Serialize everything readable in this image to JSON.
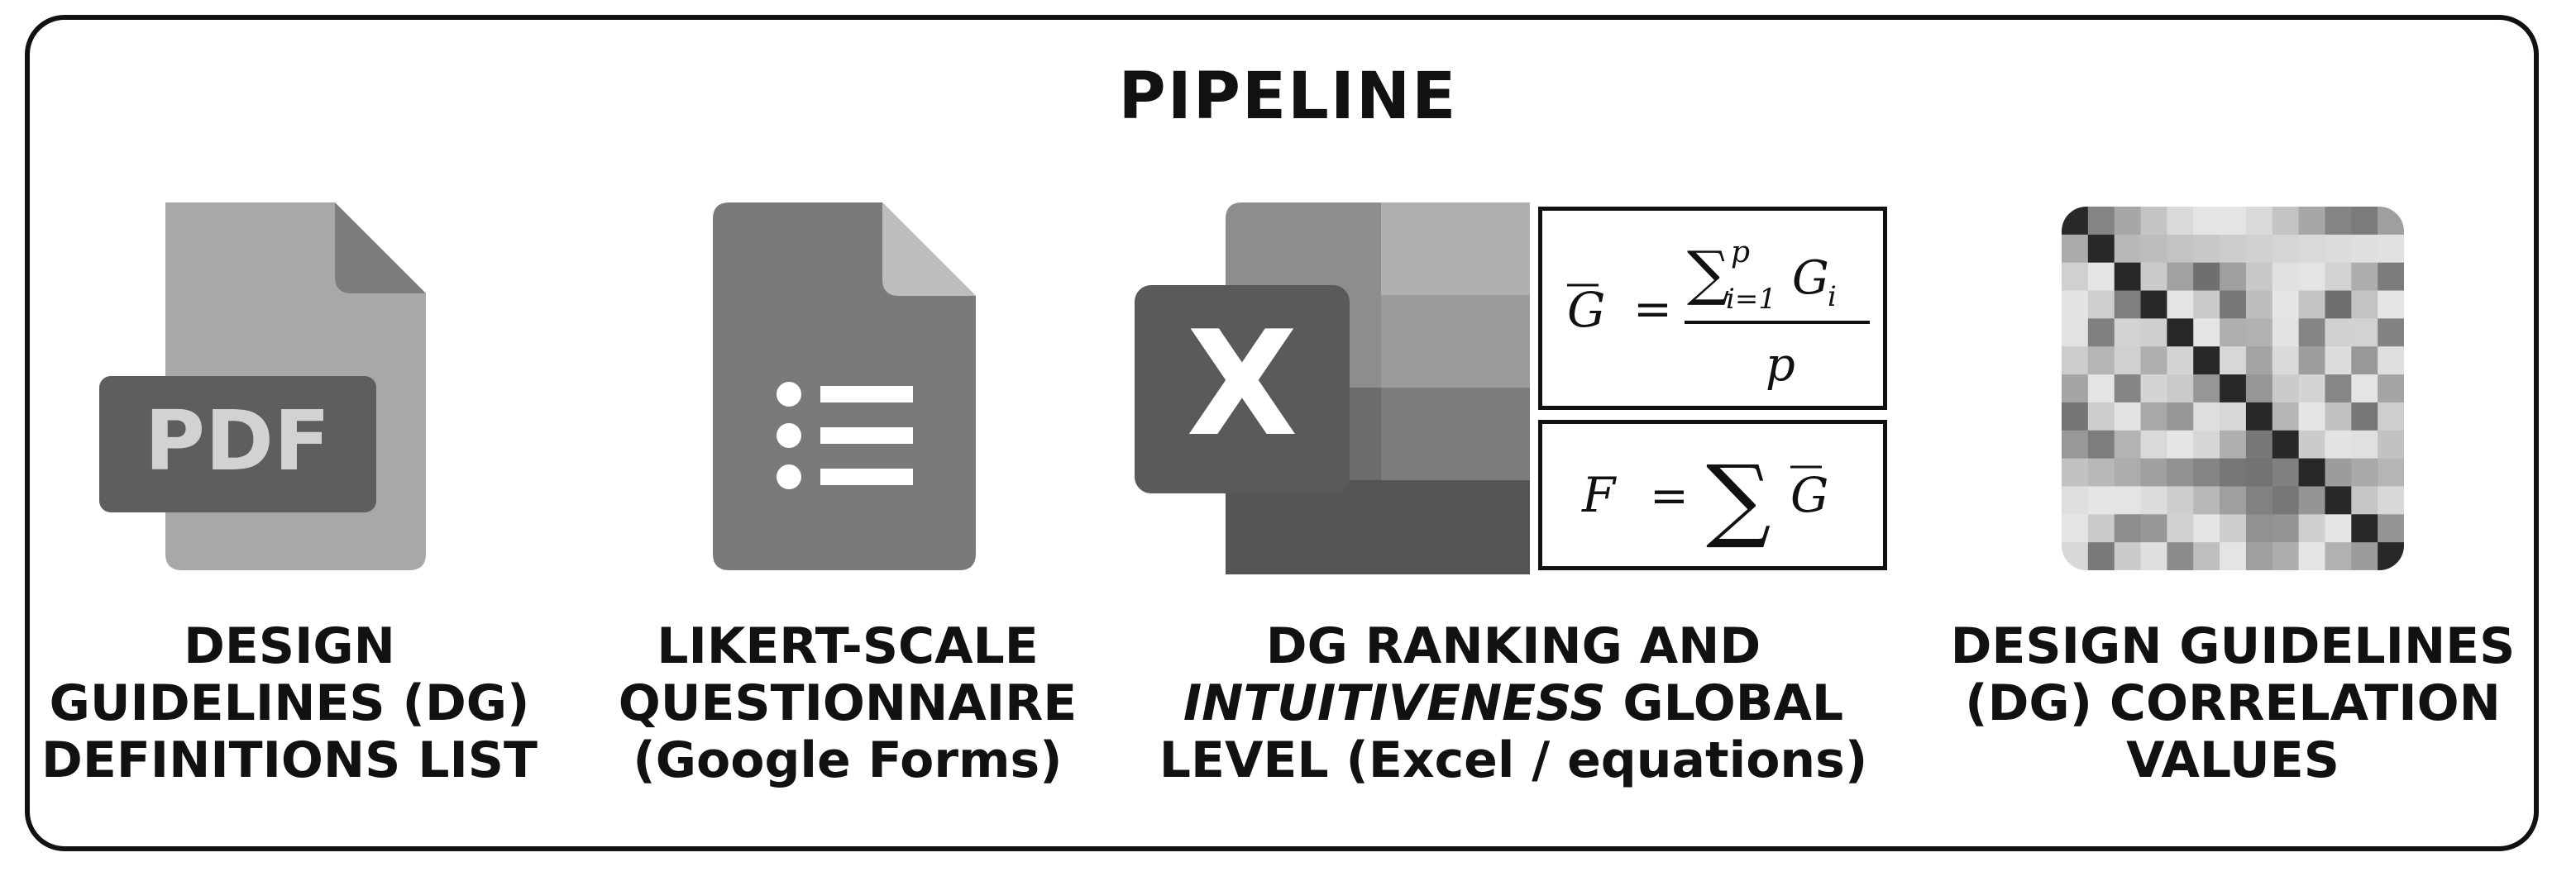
{
  "title": "PIPELINE",
  "stages": [
    {
      "icon": "pdf-file-icon",
      "icon_text": "PDF",
      "caption": [
        "DESIGN",
        "GUIDELINES (DG)",
        "DEFINITIONS LIST"
      ]
    },
    {
      "icon": "google-forms-icon",
      "caption": [
        "LIKERT-SCALE",
        "QUESTIONNAIRE",
        "(Google Forms)"
      ]
    },
    {
      "icon": "excel-icon",
      "icon_text": "X",
      "caption_line1": "DG RANKING AND",
      "caption_line2_italic": "INTUITIVENESS",
      "caption_line2_rest": " GLOBAL",
      "caption_line3": "LEVEL (Excel / equations)",
      "equations": {
        "mean_lhs": "G",
        "mean_sum_sub": "i=1",
        "mean_sum_sup": "p",
        "mean_sum_term": "G",
        "mean_sum_term_sub": "i",
        "mean_denominator": "p",
        "global_lhs": "F",
        "global_rhs": "G"
      }
    },
    {
      "icon": "correlation-matrix-icon",
      "caption": [
        "DESIGN GUIDELINES",
        "(DG) CORRELATION",
        "VALUES"
      ]
    }
  ],
  "colors": {
    "border": "#111111",
    "icon_light": "#a8a8a8",
    "icon_mid": "#7a7a7a",
    "icon_dark": "#5a5a5a"
  }
}
